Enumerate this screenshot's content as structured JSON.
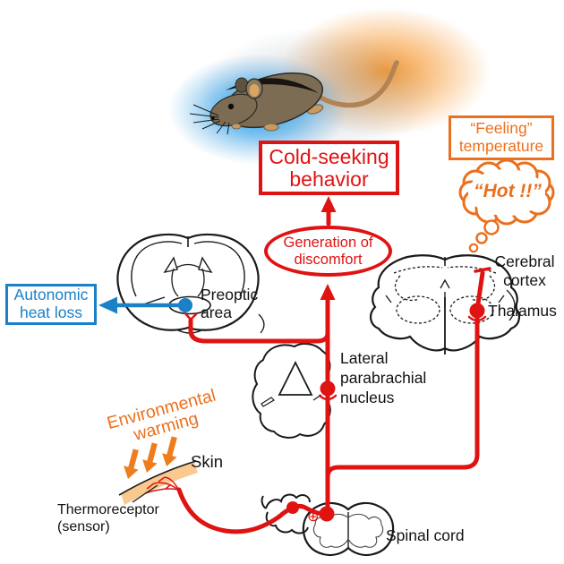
{
  "boxes": {
    "cold_seeking": {
      "line1": "Cold-seeking",
      "line2": "behavior"
    },
    "feeling": {
      "line1": "“Feeling”",
      "line2": "temperature"
    },
    "discomfort": {
      "line1": "Generation of",
      "line2": "discomfort"
    },
    "autonomic": {
      "line1": "Autonomic",
      "line2": "heat loss"
    }
  },
  "thought_bubble": {
    "text": "“Hot !!”"
  },
  "labels": {
    "preoptic_line1": "Preoptic",
    "preoptic_line2": "area",
    "lpb_line1": "Lateral",
    "lpb_line2": "parabrachial",
    "lpb_line3": "nucleus",
    "cortex_line1": "Cerebral",
    "cortex_line2": "cortex",
    "thalamus": "Thalamus",
    "spinal_cord": "Spinal cord",
    "skin": "Skin",
    "thermoreceptor_line1": "Thermoreceptor",
    "thermoreceptor_line2": "(sensor)",
    "warming_line1": "Environmental",
    "warming_line2": "warming"
  },
  "symbols": {
    "excitatory_synapse": "⊕"
  },
  "colors": {
    "pathway_red": "#e01313",
    "accent_orange": "#eb701d",
    "autonomic_blue": "#1b80c6",
    "skin_tone": "#f9c98f",
    "warm_glow": "#f79b2e",
    "cold_glow": "#1e9bf0"
  }
}
